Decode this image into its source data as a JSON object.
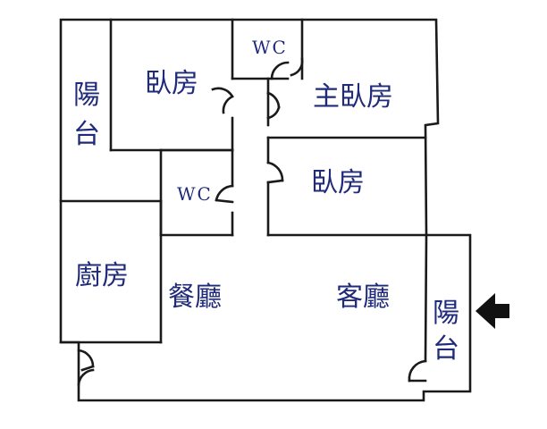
{
  "floorplan": {
    "rooms": {
      "bedroom_top": "臥房",
      "wc_top": "WC",
      "master_bedroom": "主臥房",
      "bedroom_mid": "臥房",
      "wc_mid": "WC",
      "kitchen": "廚房",
      "dining": "餐廳",
      "living": "客廳"
    },
    "balcony_left": [
      "陽",
      "台"
    ],
    "balcony_right": [
      "陽",
      "台"
    ],
    "entrance_arrow_icon": "arrow-left-icon",
    "colors": {
      "labels": "#1f2a7a",
      "walls": "#1a1a1a"
    }
  }
}
